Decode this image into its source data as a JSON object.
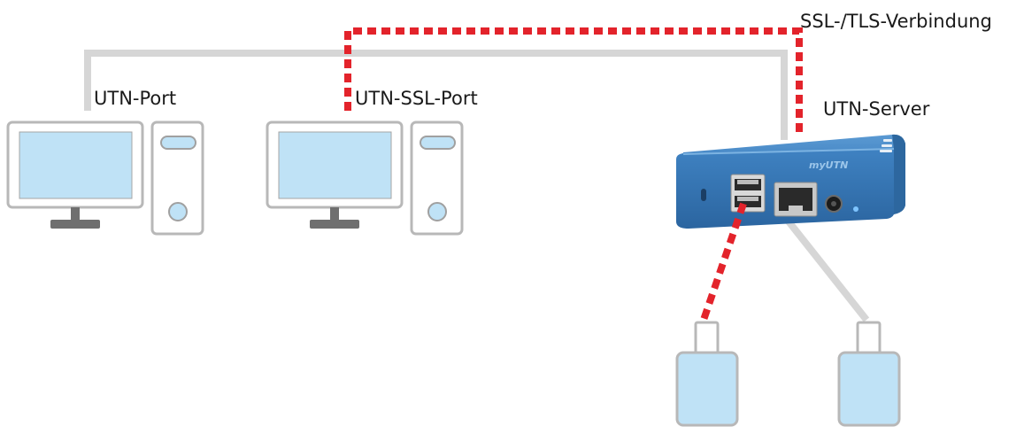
{
  "labels": {
    "ssl_tls_connection": "SSL-/TLS-Verbindung",
    "utn_port": "UTN-Port",
    "utn_ssl_port": "UTN-SSL-Port",
    "utn_server": "UTN-Server",
    "device_brand": "myUTN"
  },
  "colors": {
    "plain_connection": "#d4d4d4",
    "encrypted_connection": "#e3232b",
    "monitor_screen": "#bfe2f6",
    "device_body": "#3a7ab8",
    "usb_stick": "#bfe2f6"
  },
  "icons": [
    "desktop-computer-icon",
    "desktop-computer-icon",
    "utn-server-device-icon",
    "usb-stick-icon",
    "usb-stick-icon"
  ]
}
